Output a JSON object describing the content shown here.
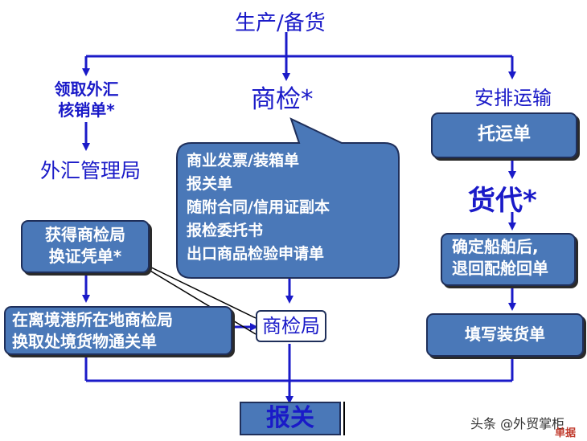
{
  "diagram": {
    "top": {
      "title": "生产/备货"
    },
    "left": {
      "label_line1": "领取外汇",
      "label_line2": "核销单*",
      "bureau": "外汇管理局",
      "box_get": {
        "line1": "获得商检局",
        "line2": "换证凭单*"
      },
      "box_exchange": {
        "line1": "在离境港所在地商检局",
        "line2": "换取处境货物通关单"
      }
    },
    "middle": {
      "label": "商检*",
      "callout": [
        "商业发票/装箱单",
        "报关单",
        "随附合同/信用证副本",
        "报检委托书",
        "出口商品检验申请单"
      ],
      "bureau_box": "商检局"
    },
    "right": {
      "label": "安排运输",
      "box_consign": "托运单",
      "forwarder": "货代*",
      "box_confirm": {
        "line1": "确定船舶后,",
        "line2": "退回配舱回单"
      },
      "box_fill": "填写装货单"
    },
    "bottom": {
      "label": "报关"
    },
    "watermark": {
      "text": "头条 @外贸掌柜",
      "corner": "单据"
    },
    "colors": {
      "arrow": "#1a1ac8",
      "box_fill": "#4a78b8",
      "box_border": "#1f2f5a",
      "text_blue": "#1a1ac8"
    }
  }
}
